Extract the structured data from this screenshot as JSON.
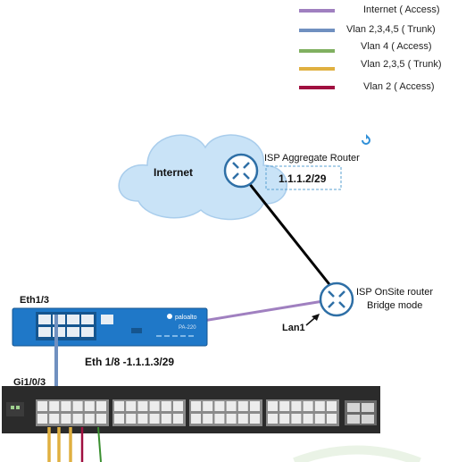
{
  "legend": [
    {
      "label": "Internet ( Access)",
      "color": "#a080c0"
    },
    {
      "label": "Vlan 2,3,4,5 ( Trunk)",
      "color": "#7090c0"
    },
    {
      "label": "Vlan 4 ( Access)",
      "color": "#80b060"
    },
    {
      "label": "Vlan 2,3,5 ( Trunk)",
      "color": "#e0b040"
    },
    {
      "label": "Vlan 2 ( Access)",
      "color": "#a01040"
    }
  ],
  "cloud": {
    "label": "Internet"
  },
  "isp_router": {
    "label": "ISP Aggregate  Router",
    "ip": "1.1.1.2/29"
  },
  "onsite_router": {
    "label_line1": "ISP OnSite  router",
    "label_line2": "Bridge mode"
  },
  "firewall": {
    "port_label": "Eth1/3",
    "brand": "paloalto",
    "model": "PA-220",
    "eth18_label": "Eth 1/8 -1.1.1.3/29"
  },
  "lan_label": "Lan1",
  "switch": {
    "port_label": "Gi1/0/3"
  },
  "colors": {
    "access_line": "#a080c0",
    "trunk_line": "#7090c0",
    "firewall_blue": "#1f78c8",
    "switch_dark": "#2b2b2b",
    "cloud": "#c9e3f7",
    "router_blue": "#2e6fa6"
  }
}
